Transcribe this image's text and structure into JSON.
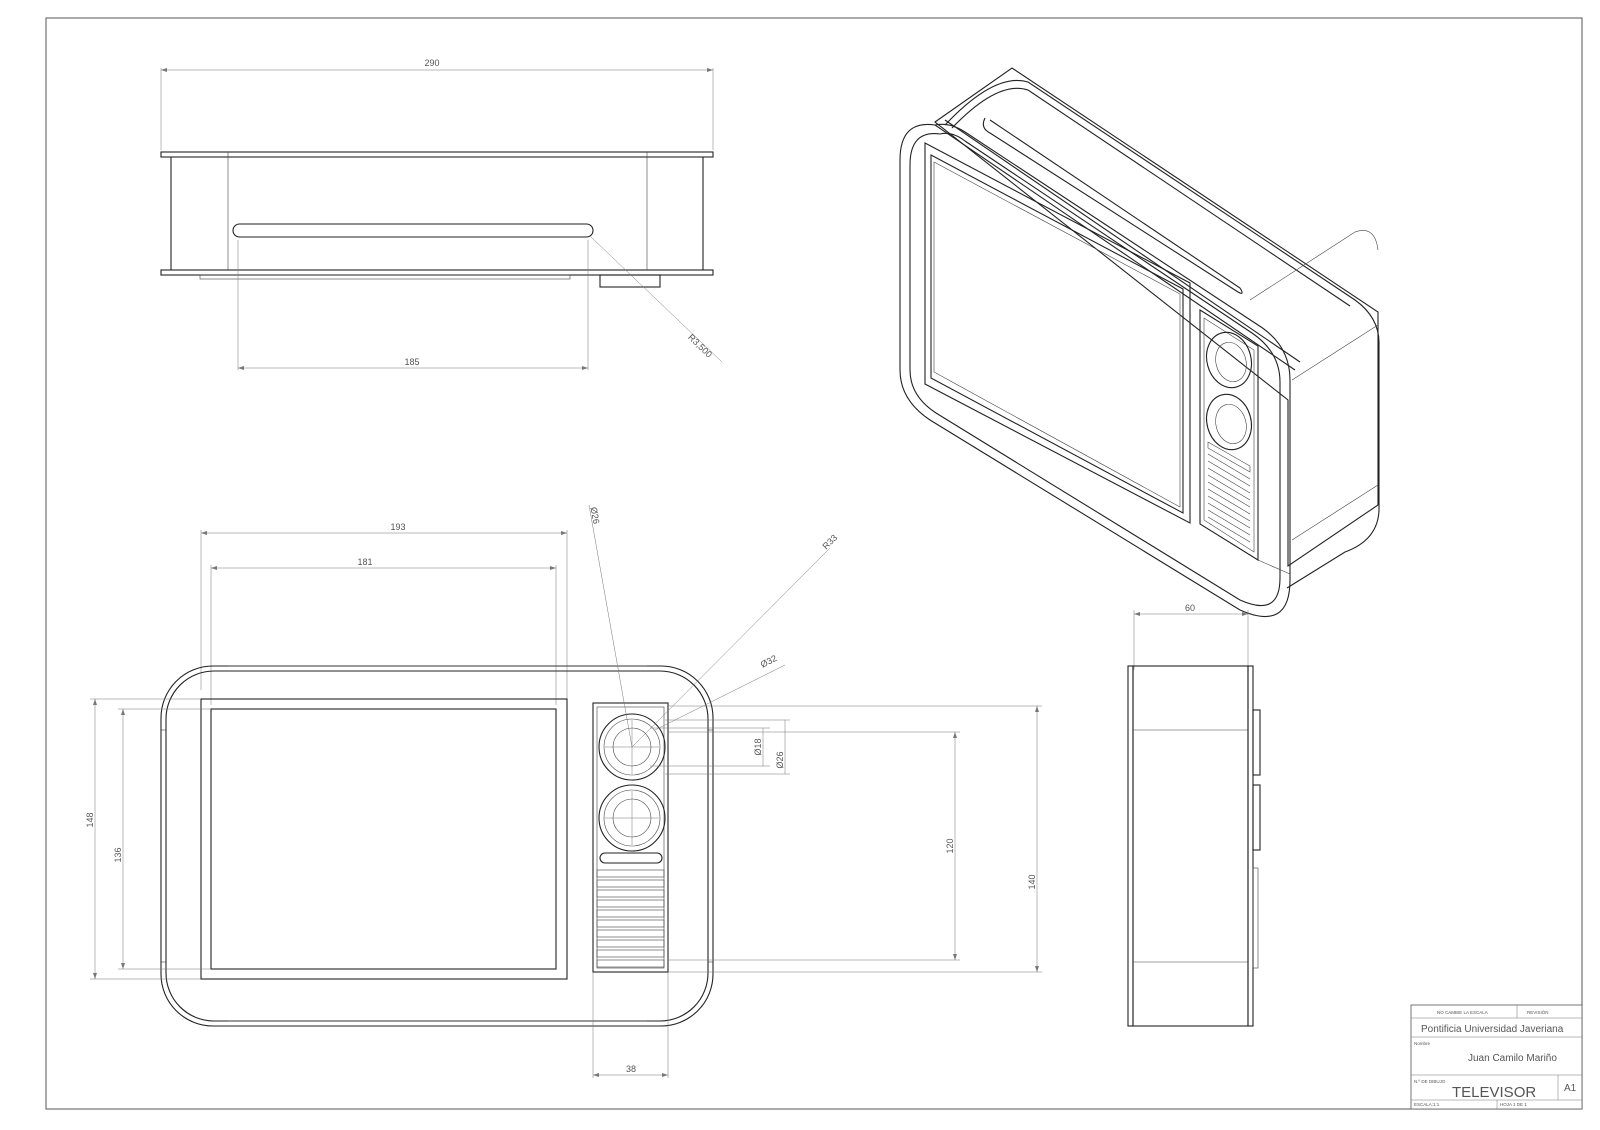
{
  "dimensions": {
    "top_width": "290",
    "top_slot": "185",
    "top_radius": "R3,500",
    "front_outer_width": "193",
    "front_screen_width": "181",
    "knob_diameter_outer": "Ø26",
    "panel_radius": "R33",
    "knob_diameter_ring": "Ø32",
    "knob_diameter_inner": "Ø18",
    "knob_diameter_right": "Ø26",
    "front_height_outer": "148",
    "front_height_inner": "136",
    "panel_height": "120",
    "overall_height": "140",
    "panel_width": "38",
    "side_depth": "60"
  },
  "title_block": {
    "scale_note": "NO CAMBIE LA ESCALA",
    "revision_label": "REVISIÓN",
    "institution": "Pontificia Universidad Javeriana",
    "name_label": "Nombre",
    "author": "Juan Camilo Mariño",
    "drawing_label": "N.º DE DIBUJO",
    "title": "TELEVISOR",
    "sheet_size": "A1",
    "scale": "ESCALA:1:1",
    "sheet": "HOJA 1 DE 1"
  }
}
